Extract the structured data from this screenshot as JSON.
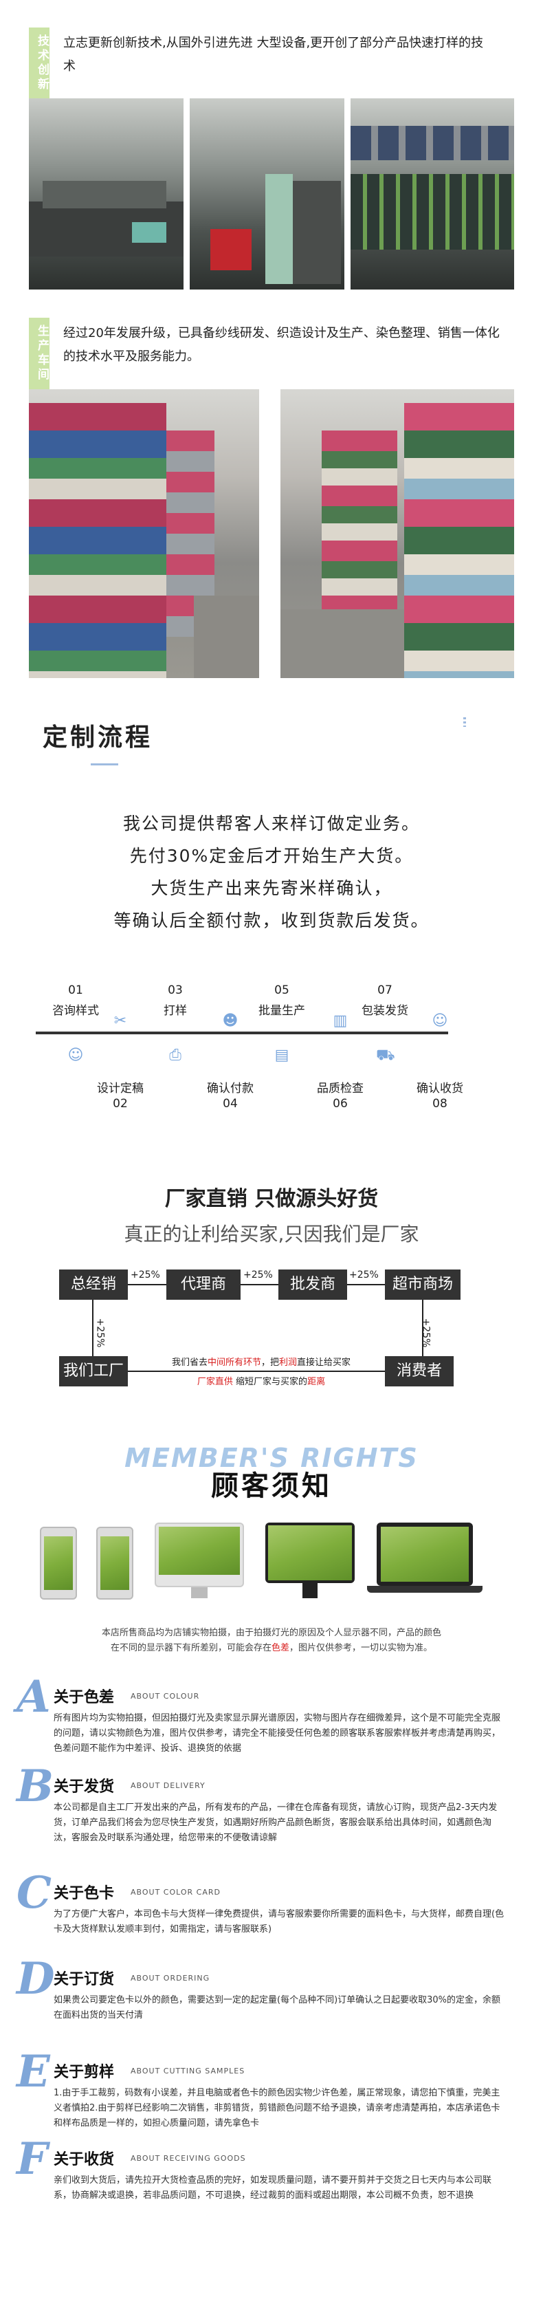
{
  "tech": {
    "tag": "技术创新",
    "text": "立志更新创新技术,从国外引进先进 大型设备,更开创了部分产品快速打样的技术"
  },
  "production": {
    "tag": "生产车间",
    "text": "经过20年发展升级，已具备纱线研发、织造设计及生产、染色整理、销售一体化的技术水平及服务能力。"
  },
  "custom": {
    "title": "定制流程",
    "lines": [
      "我公司提供帮客人来样订做定业务。",
      "先付30%定金后才开始生产大货。",
      "大货生产出来先寄米样确认，",
      "等确认后全额付款，收到货款后发货。"
    ],
    "steps": [
      {
        "num": "01",
        "label": "咨询样式",
        "icon": "customer-service-icon"
      },
      {
        "num": "02",
        "label": "设计定稿",
        "icon": "design-tools-icon"
      },
      {
        "num": "03",
        "label": "打样",
        "icon": "printer-icon"
      },
      {
        "num": "04",
        "label": "确认付款",
        "icon": "user-confirm-icon"
      },
      {
        "num": "05",
        "label": "批量生产",
        "icon": "document-icon"
      },
      {
        "num": "06",
        "label": "品质检查",
        "icon": "factory-icon"
      },
      {
        "num": "07",
        "label": "包装发货",
        "icon": "truck-icon"
      },
      {
        "num": "08",
        "label": "确认收货",
        "icon": "smile-icon"
      }
    ]
  },
  "direct": {
    "title": "厂家直销 只做源头好货",
    "subtitle": "真正的让利给买家,只因我们是厂家",
    "boxes": {
      "general": "总经销",
      "agent": "代理商",
      "wholesale": "批发商",
      "supermarket": "超市商场",
      "factory": "我们工厂",
      "consumer": "消费者"
    },
    "pcts": {
      "p1": "+25%",
      "p2": "+25%",
      "p3": "+25%",
      "left": "+25%",
      "right": "+25%"
    },
    "middle_line1_a": "我们省去",
    "middle_line1_b": "中间所有环节",
    "middle_line1_c": "，把",
    "middle_line1_d": "利润",
    "middle_line1_e": "直接让给买家",
    "middle_line2_a": "厂家直供",
    "middle_line2_b": " 缩短厂家与买家的",
    "middle_line2_c": "距离"
  },
  "notice": {
    "banner_en": "MEMBER'S RIGHTS",
    "title": "顾客须知",
    "disclaimer_a": "本店所售商品均为店铺实物拍摄，由于拍摄灯光的原因及个人显示器不同，产品的颜色",
    "disclaimer_b": "在不同的显示器下有所差别，可能会存在",
    "disclaimer_c": "色差",
    "disclaimer_d": "，图片仅供参考，一切以实物为准。",
    "items": [
      {
        "letter": "A",
        "title": "关于色差",
        "sub": "ABOUT COLOUR",
        "body": "所有图片均为实物拍摄，但因拍摄灯光及卖家显示屏光谱原因，实物与图片存在细微差异，这个是不可能完全克服的问题，请以实物颜色为准，图片仅供参考，请完全不能接受任何色差的顾客联系客服索样板并考虑清楚再购买，色差问题不能作为中差评、投诉、退换货的依据"
      },
      {
        "letter": "B",
        "title": "关于发货",
        "sub": "ABOUT DELIVERY",
        "body": "本公司都是自主工厂开发出来的产品，所有发布的产品，一律在仓库备有现货，请放心订购，现货产品2-3天内发货，订单产品我们将会为您尽快生产发货，如遇期好所购产品颜色断货，客服会联系给出具体时间，如遇颜色淘汰，客服会及时联系沟通处理，给您带来的不便敬请谅解"
      },
      {
        "letter": "C",
        "title": "关于色卡",
        "sub": "ABOUT COLOR CARD",
        "body": "为了方便广大客户，本司色卡与大货样一律免费提供，请与客服索要你所需要的面料色卡，与大货样，邮费自理(色卡及大货样默认发顺丰到付，如需指定，请与客服联系)"
      },
      {
        "letter": "D",
        "title": "关于订货",
        "sub": "ABOUT ORDERING",
        "body": "如果贵公司要定色卡以外的颜色，需要达到一定的起定量(每个品种不同)订单确认之日起要收取30%的定金，余额在面料出货的当天付清"
      },
      {
        "letter": "E",
        "title": "关于剪样",
        "sub": "ABOUT CUTTING SAMPLES",
        "body": "1.由于手工裁剪，码数有小误差，并且电脑或者色卡的颜色因实物少许色差，属正常现象，请您拍下慎重，完美主义者慎拍2.由于剪样已经影响二次销售，非剪错货，剪错颜色问题不给予退换，请亲考虑清楚再拍，本店承诺色卡和样布品质是一样的，如担心质量问题，请先拿色卡"
      },
      {
        "letter": "F",
        "title": "关于收货",
        "sub": "ABOUT RECEIVING GOODS",
        "body": "亲们收到大货后，请先拉开大货检查品质的完好，如发现质量问题，请不要开剪并于交货之日七天内与本公司联系，协商解决或退换，若非品质问题，不可退换，经过裁剪的面料或超出期限，本公司概不负责，恕不退换"
      }
    ]
  }
}
